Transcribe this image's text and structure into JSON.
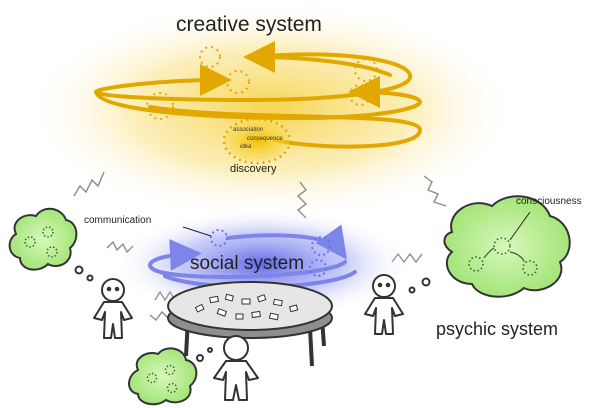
{
  "colors": {
    "creative": "#f2c400",
    "social": "#5a63e0",
    "psychic": "#a8e87a",
    "ink": "#222222"
  },
  "labels": {
    "creative_system": "creative system",
    "social_system": "social system",
    "psychic_system": "psychic system",
    "discovery": "discovery",
    "communication": "communication",
    "consciousness": "consciousness",
    "association": "association",
    "consequence": "consequence",
    "idea": "idea"
  },
  "icons": {
    "persons": [
      "person-icon",
      "person-icon",
      "person-icon"
    ],
    "table": "round-table-icon",
    "thought_clouds": [
      "thought-cloud-icon",
      "thought-cloud-icon",
      "thought-cloud-icon"
    ]
  }
}
